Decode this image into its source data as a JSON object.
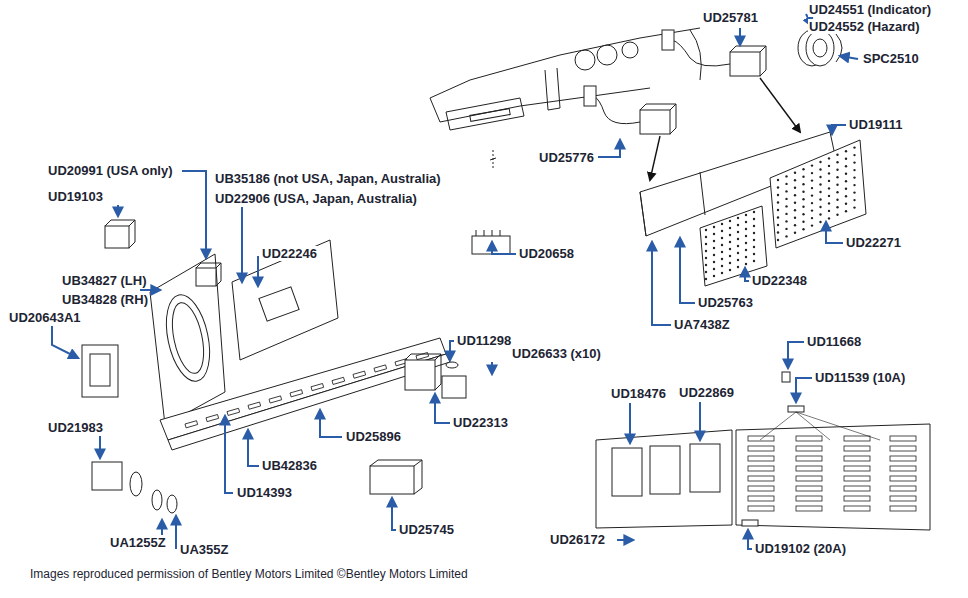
{
  "diagram": {
    "caption": "Images reproduced permission of Bentley Motors Limited ©Bentley Motors Limited",
    "labels": [
      "UD25781",
      "UD24551 (Indicator)",
      "UD24552 (Hazard)",
      "SPC2510",
      "UD19111",
      "UD25776",
      "UD20991 (USA only)",
      "UB35186 (not USA, Japan, Australia)",
      "UD22906 (USA, Japan, Australia)",
      "UD19103",
      "UD22246",
      "UD20658",
      "UD22271",
      "UB34827 (LH)",
      "UB34828 (RH)",
      "UD22348",
      "UD20643A1",
      "UD25763",
      "UA7438Z",
      "UD11298",
      "UD26633 (x10)",
      "UD11668",
      "UD11539 (10A)",
      "UD22869",
      "UD18476",
      "UD21983",
      "UD22313",
      "UD25896",
      "UB42836",
      "UD14393",
      "UD25745",
      "UD26172",
      "UA1255Z",
      "UA355Z",
      "UD19102 (20A)"
    ]
  }
}
